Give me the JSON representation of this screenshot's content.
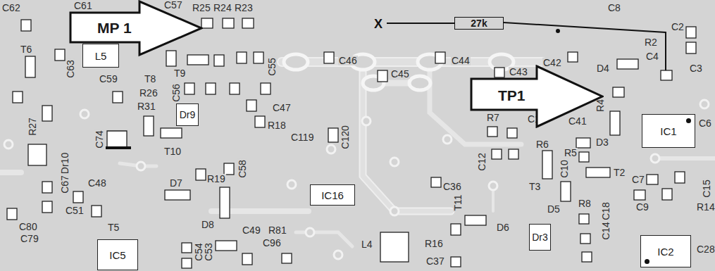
{
  "diagram": {
    "nodes": [
      {
        "text": [
          "MP 1"
        ]
      },
      {
        "text": [
          "27k"
        ]
      },
      {
        "text": [
          "L5"
        ]
      },
      {
        "text": [
          "TP1"
        ]
      },
      {
        "text": [
          "Dr9"
        ]
      },
      {
        "text": [
          "IC1"
        ]
      },
      {
        "text": [
          "IC16"
        ]
      },
      {
        "text": [
          "Dr3"
        ]
      },
      {
        "text": [
          "IC2"
        ]
      },
      {
        "text": [
          "IC5"
        ]
      }
    ],
    "labels": [
      "C62",
      "C61",
      "C57",
      "R25",
      "R24",
      "R23",
      "X",
      "C8",
      "C2",
      "R2",
      "C4",
      "C3",
      "C46",
      "C44",
      "C45",
      "C42",
      "C43",
      "D4",
      "C55",
      "T6",
      "C63",
      "C59",
      "T8",
      "T9",
      "C56",
      "R26",
      "R31",
      "C47",
      "R27",
      "C119",
      "C120",
      "R18",
      "R7",
      "C1",
      "C41",
      "R4",
      "D3",
      "C6",
      "C74",
      "T10",
      "R6",
      "R5",
      "C12",
      "C10",
      "T2",
      "C7",
      "C15",
      "Dr10",
      "C67",
      "C48",
      "D7",
      "R19",
      "C58",
      "C36",
      "T11",
      "T3",
      "C9",
      "R14",
      "C51",
      "D5",
      "R8",
      "C18",
      "D6",
      "C14",
      "C80",
      "C79",
      "T5",
      "D8",
      "C54",
      "C53",
      "C49",
      "R81",
      "C96",
      "L4",
      "R16",
      "C37",
      "C28"
    ]
  }
}
